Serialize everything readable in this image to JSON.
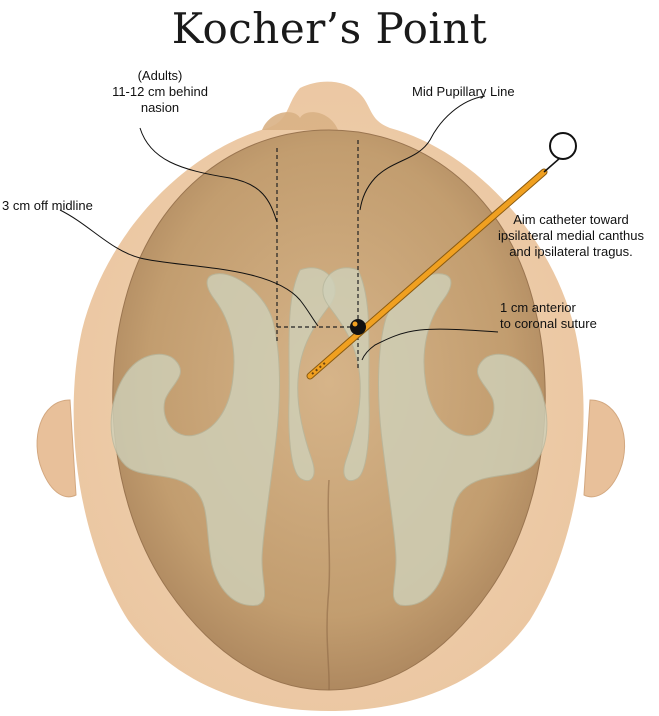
{
  "title": "Kocher’s Point",
  "annotations": {
    "adults_line1": "(Adults)",
    "adults_line2": "11-12 cm behind",
    "adults_line3": "nasion",
    "mid_pupillary": "Mid Pupillary Line",
    "off_midline": "3 cm off midline",
    "aim_line1": "Aim catheter toward",
    "aim_line2": "ipsilateral medial canthus",
    "aim_line3": "and ipsilateral tragus.",
    "coronal_line1": "1 cm anterior",
    "coronal_line2": "to coronal suture"
  },
  "colors": {
    "skin": "#ebc49a",
    "skull": "#c9a477",
    "ventricle": "#c8c9b0",
    "catheter": "#f0a020"
  }
}
